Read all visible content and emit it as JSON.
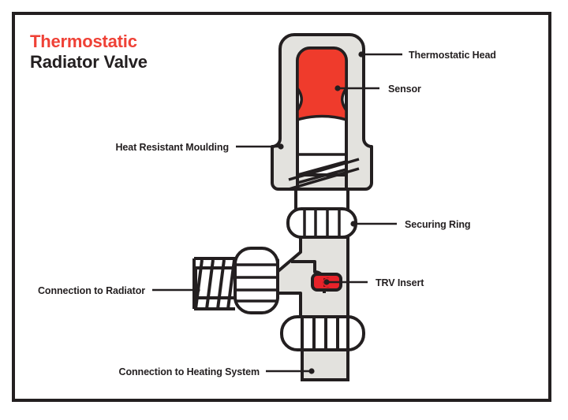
{
  "title": {
    "line1": "Thermostatic",
    "line2": "Radiator Valve",
    "line1_color": "#ef4136",
    "line2_color": "#231f20"
  },
  "colors": {
    "outline": "#231f20",
    "body_fill": "#e3e2de",
    "inner_fill": "#ffffff",
    "sensor_red": "#ef3b2c",
    "trv_red": "#e8232a",
    "trv_core": "#6e1216",
    "frame": "#231f20",
    "page_background": "#ffffff"
  },
  "labels": [
    {
      "id": "thermostatic-head",
      "text": "Thermostatic Head",
      "side": "right"
    },
    {
      "id": "sensor",
      "text": "Sensor",
      "side": "right"
    },
    {
      "id": "heat-resistant-moulding",
      "text": "Heat Resistant Moulding",
      "side": "left"
    },
    {
      "id": "securing-ring",
      "text": "Securing Ring",
      "side": "right"
    },
    {
      "id": "trv-insert",
      "text": "TRV Insert",
      "side": "right"
    },
    {
      "id": "connection-to-radiator",
      "text": "Connection to Radiator",
      "side": "left"
    },
    {
      "id": "connection-to-heating-system",
      "text": "Connection to Heating System",
      "side": "left"
    }
  ],
  "parts": [
    {
      "id": "thermostatic-head",
      "name": "Thermostatic Head"
    },
    {
      "id": "sensor",
      "name": "Sensor"
    },
    {
      "id": "heat-resistant-moulding",
      "name": "Heat Resistant Moulding"
    },
    {
      "id": "securing-ring",
      "name": "Securing Ring"
    },
    {
      "id": "trv-insert",
      "name": "TRV Insert"
    },
    {
      "id": "connection-to-radiator",
      "name": "Connection to Radiator"
    },
    {
      "id": "connection-to-heating-system",
      "name": "Connection to Heating System"
    }
  ]
}
